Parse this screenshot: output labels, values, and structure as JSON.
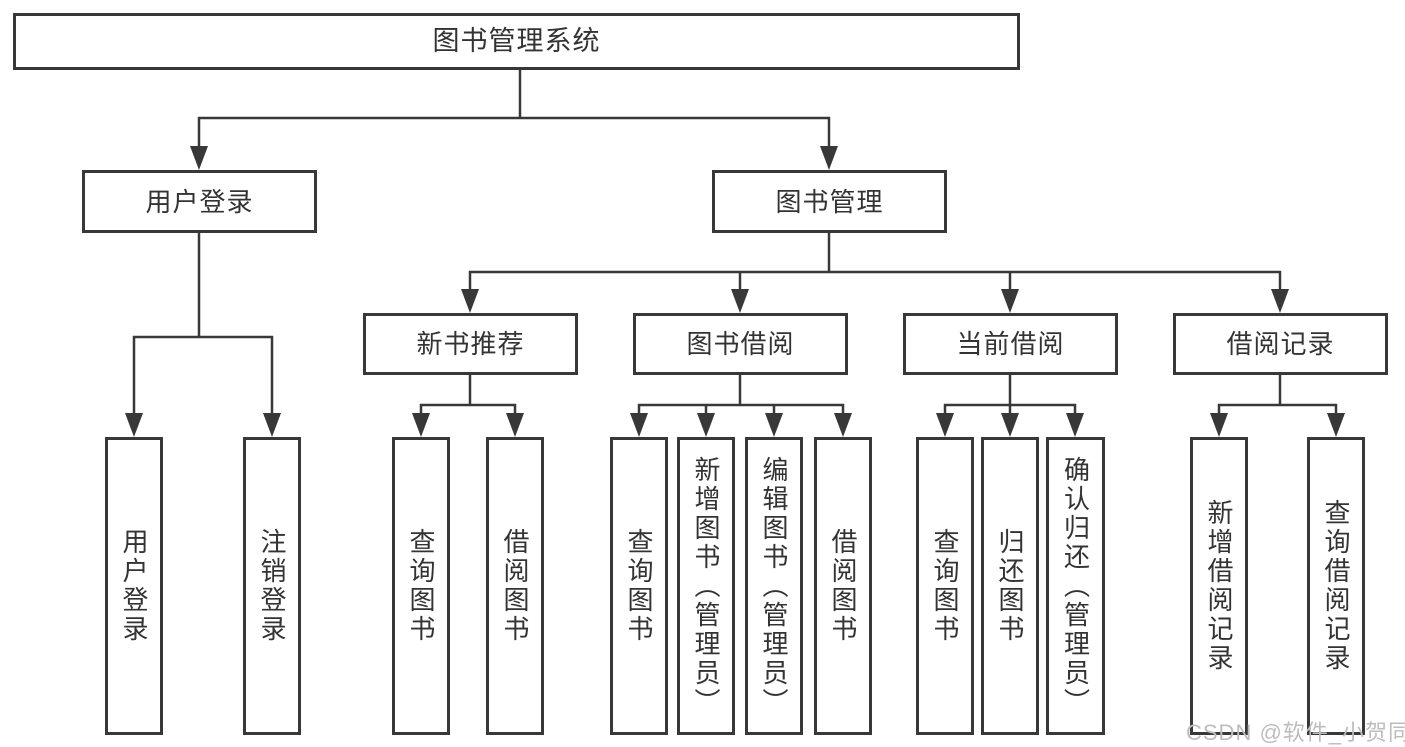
{
  "diagram": {
    "root": {
      "label": "图书管理系统"
    },
    "level2": [
      {
        "label": "用户登录"
      },
      {
        "label": "图书管理"
      }
    ],
    "level3": [
      {
        "label": "新书推荐"
      },
      {
        "label": "图书借阅"
      },
      {
        "label": "当前借阅"
      },
      {
        "label": "借阅记录"
      }
    ],
    "leaves": {
      "user_login": [
        {
          "label": "用户登录"
        },
        {
          "label": "注销登录"
        }
      ],
      "new_book": [
        {
          "label": "查询图书"
        },
        {
          "label": "借阅图书"
        }
      ],
      "book_borrow": [
        {
          "label": "查询图书"
        },
        {
          "label": "新增图书（管理员）"
        },
        {
          "label": "编辑图书（管理员）"
        },
        {
          "label": "借阅图书"
        }
      ],
      "current_borrow": [
        {
          "label": "查询图书"
        },
        {
          "label": "归还图书"
        },
        {
          "label": "确认归还（管理员）"
        }
      ],
      "borrow_records": [
        {
          "label": "新增借阅记录"
        },
        {
          "label": "查询借阅记录"
        }
      ]
    }
  },
  "watermark": {
    "text": "CSDN @软件_小贺同学"
  },
  "colors": {
    "line": "#383838",
    "box_border": "#383838",
    "text": "#333333",
    "background": "#ffffff",
    "watermark": "#bdbdbd"
  }
}
